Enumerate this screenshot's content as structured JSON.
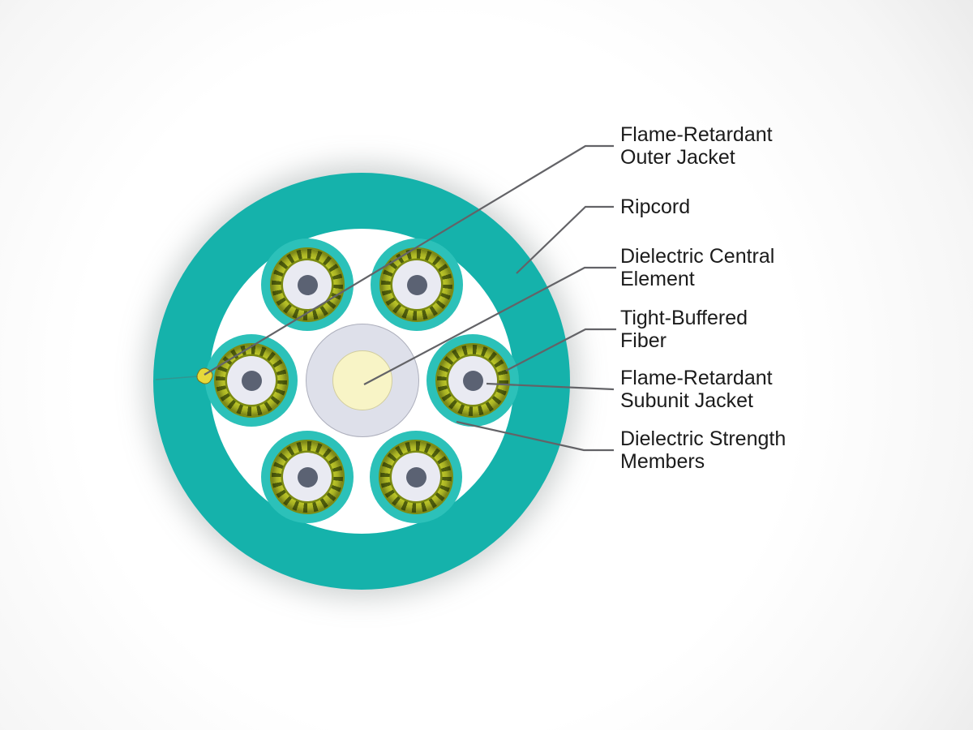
{
  "diagram": {
    "type": "fiber-optic-cable-cross-section",
    "subunit_count": 6,
    "labels": [
      {
        "id": "outer-jacket",
        "text": "Flame-Retardant\nOuter Jacket"
      },
      {
        "id": "ripcord",
        "text": "Ripcord"
      },
      {
        "id": "central-element",
        "text": "Dielectric Central\nElement"
      },
      {
        "id": "tight-buffered-fiber",
        "text": "Tight-Buffered\nFiber"
      },
      {
        "id": "subunit-jacket",
        "text": "Flame-Retardant\nSubunit Jacket"
      },
      {
        "id": "strength-members",
        "text": "Dielectric Strength\nMembers"
      }
    ]
  },
  "colors": {
    "jacket_teal": "#15b2ab",
    "subunit_teal": "#2cc1b9",
    "strength_bright": "#d6e02f",
    "strength_dark": "#55650f",
    "strength_edge": "#7c8b12",
    "buffer_gray": "#e9eaf2",
    "fiber_gray": "#5b6273",
    "central_gray": "#dee0ea",
    "central_cream": "#f8f4c6",
    "ripcord_yellow": "#e6d93a",
    "leader_line": "#636367",
    "label_text": "#1b1b1b"
  }
}
